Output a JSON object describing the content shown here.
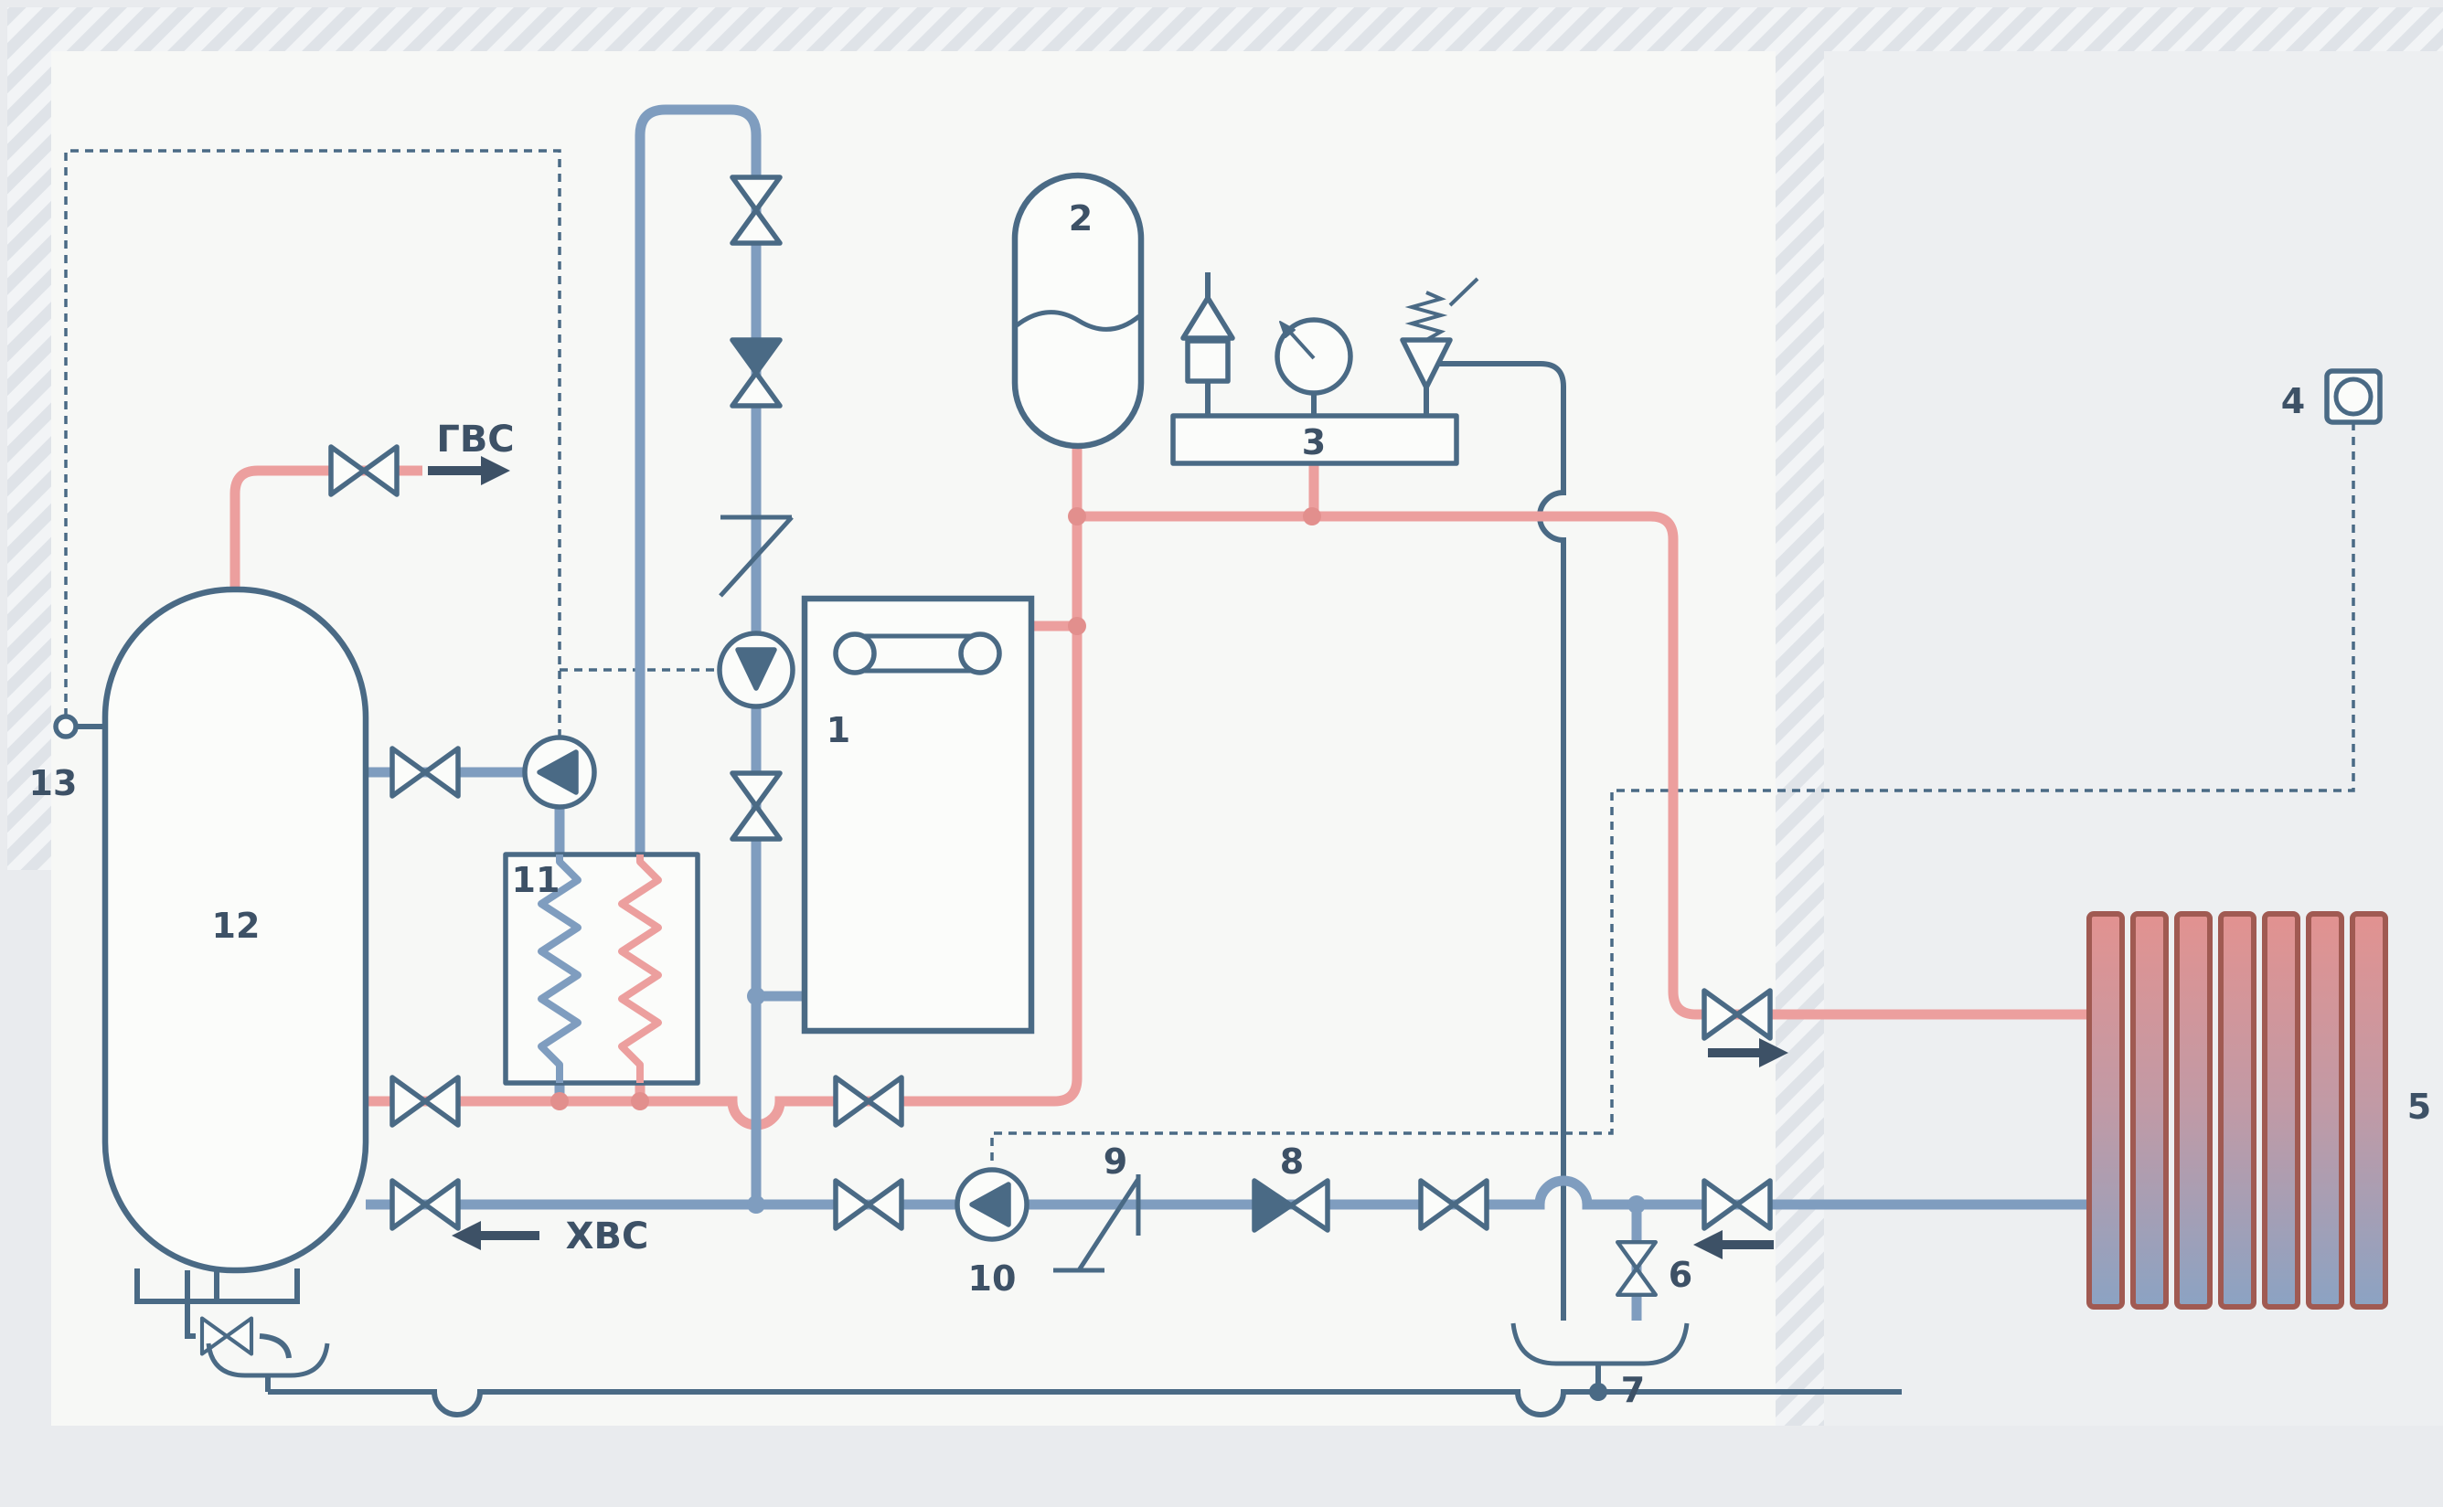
{
  "diagram": {
    "type": "heating-system-schematic",
    "labels": {
      "boiler": "1",
      "expansion_vessel": "2",
      "safety_group": "3",
      "room_thermostat": "4",
      "radiator": "5",
      "drain_valve": "6",
      "drain_funnel": "7",
      "check_valve": "8",
      "strainer": "9",
      "circulation_pump": "10",
      "heat_exchanger": "11",
      "storage_tank": "12",
      "tank_sensor": "13",
      "dhw_out": "ГВС",
      "cold_water_in": "ХВС"
    },
    "colors": {
      "hot_pipe": "#ec9f9e",
      "cold_pipe": "#7f9dbf",
      "outline": "#4a6a85",
      "label": "#3d5166",
      "room_bg": "#f7f8f6",
      "right_room_bg": "#edeff1",
      "outer_bg": "#e9ebee",
      "wall_hatch_light": "#f2f4f6",
      "wall_hatch_dark": "#dfe3e8",
      "radiator_outline": "#a05a52",
      "radiator_top": "#e29290",
      "radiator_bottom": "#8ba3c3"
    }
  }
}
